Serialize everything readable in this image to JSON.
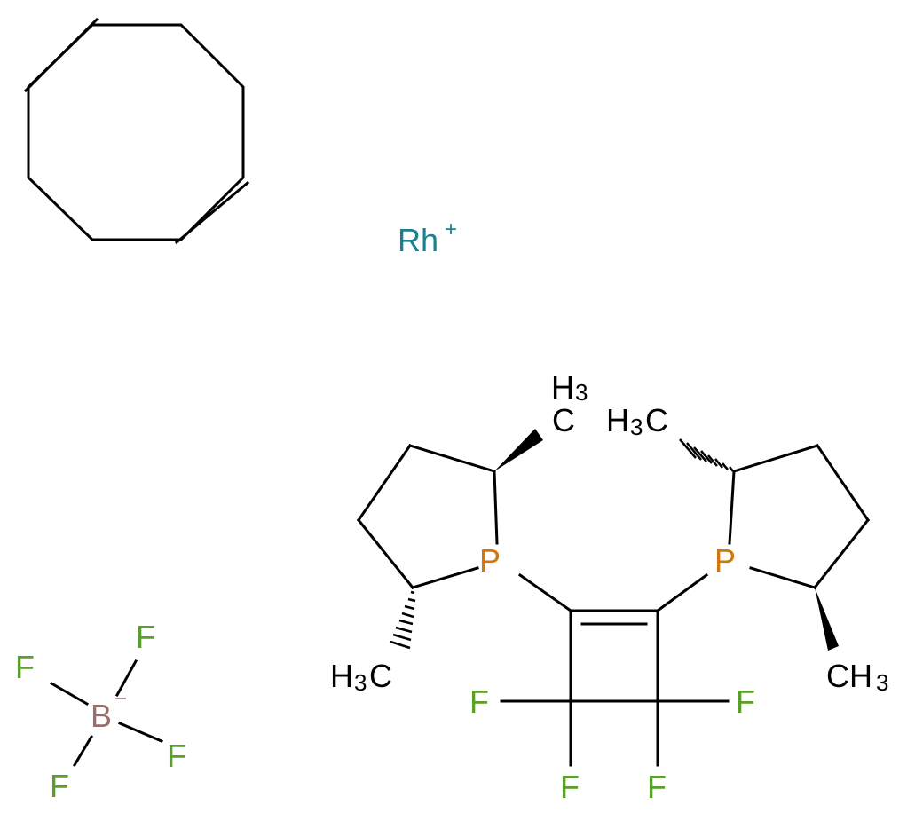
{
  "colors": {
    "bond": "#000000",
    "rhodium": "#1a7f8e",
    "phosphorus": "#d4760a",
    "fluorine": "#5a9e2b",
    "boron": "#9c6b6b",
    "carbon": "#000000"
  },
  "atoms": {
    "rh": {
      "symbol": "Rh",
      "charge": "+"
    },
    "p_left": "P",
    "p_right": "P",
    "b": {
      "symbol": "B",
      "charge": "−"
    },
    "bf4_f1": "F",
    "bf4_f2": "F",
    "bf4_f3": "F",
    "bf4_f4": "F",
    "cb_f1": "F",
    "cb_f2": "F",
    "cb_f3": "F",
    "cb_f4": "F"
  },
  "methyls": {
    "top_left": {
      "h": "H",
      "n": "3",
      "c": "C"
    },
    "top_right": {
      "h": "H",
      "n": "3",
      "c": "C"
    },
    "bottom_left": {
      "h": "H",
      "n": "3",
      "c": "C"
    },
    "bottom_right": {
      "c": "CH",
      "n": "3"
    }
  }
}
